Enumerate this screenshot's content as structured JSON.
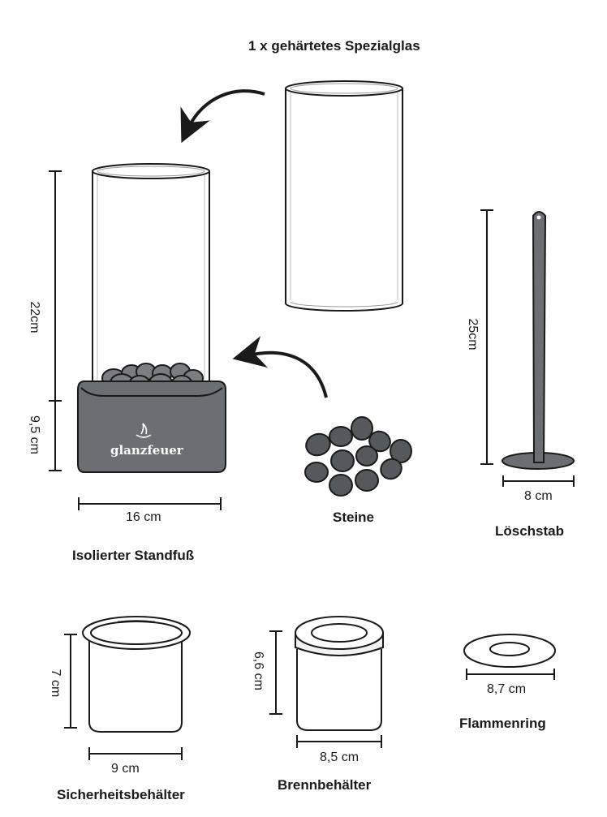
{
  "labels": {
    "glass_title": "1 x gehärtetes Spezialglas",
    "base_title": "Isolierter Standfuß",
    "stones_title": "Steine",
    "rod_title": "Löschstab",
    "safety_title": "Sicherheitsbehälter",
    "burner_title": "Brennbehälter",
    "ring_title": "Flammenring",
    "brand": "glanzfeuer"
  },
  "dimensions": {
    "glass_height": "22cm",
    "base_height": "9,5 cm",
    "base_width": "16 cm",
    "rod_height": "25cm",
    "rod_width": "8 cm",
    "safety_height": "7 cm",
    "safety_width": "9 cm",
    "burner_height": "6,6 cm",
    "burner_width": "8,5 cm",
    "ring_width": "8,7 cm"
  },
  "colors": {
    "outline": "#1a1a1a",
    "base_gray": "#6b6e73",
    "stone_gray": "#55585c",
    "rod_gray": "#6b6e73",
    "container_fill": "#f2f2f2"
  }
}
